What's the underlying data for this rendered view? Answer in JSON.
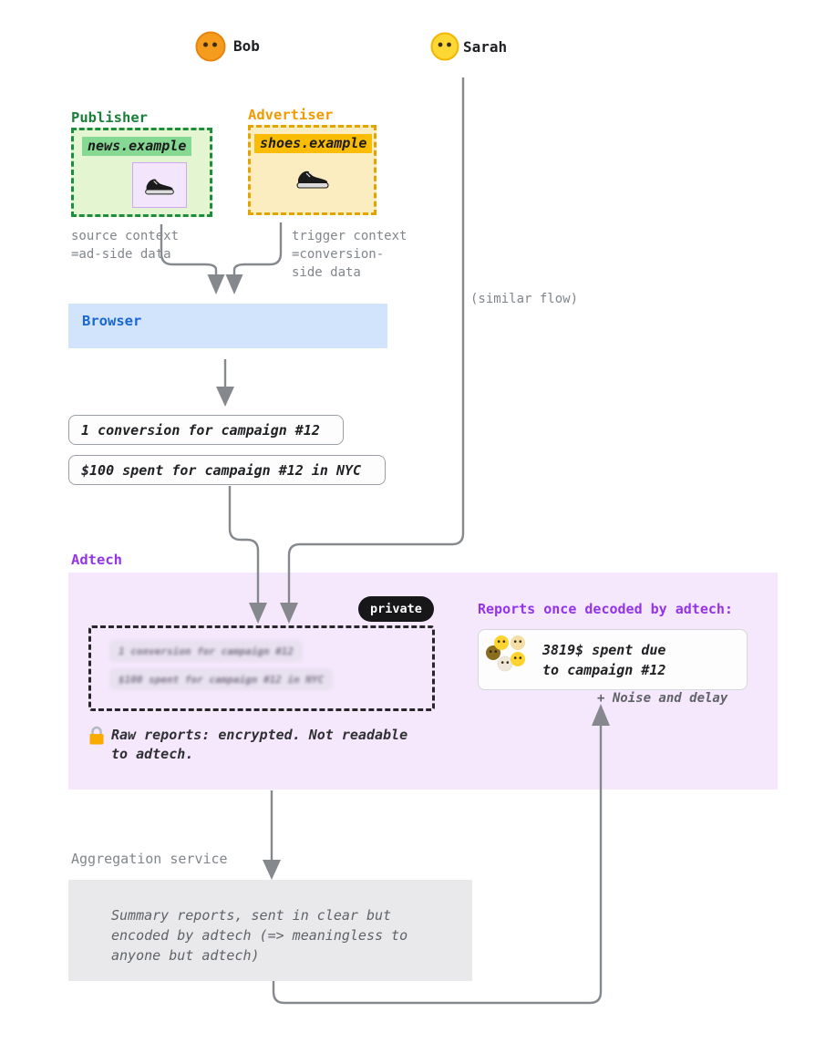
{
  "actors": {
    "bob": "Bob",
    "sarah": "Sarah"
  },
  "publisher": {
    "label": "Publisher",
    "site": "news.example"
  },
  "advertiser": {
    "label": "Advertiser",
    "site": "shoes.example"
  },
  "notes": {
    "source_context": "source context\n=ad-side data",
    "trigger_context": "trigger context\n=conversion-\nside data",
    "similar_flow": "(similar flow)",
    "noise_delay": "+ Noise and delay"
  },
  "browser": {
    "label": "Browser"
  },
  "reports": {
    "conversion": "1 conversion for campaign #12",
    "spend": "$100 spent for campaign #12 in NYC"
  },
  "adtech": {
    "label": "Adtech",
    "private_badge": "private",
    "encrypted": {
      "report1": "1 conversion for campaign #12",
      "report2": "$100 spent for campaign #12 in NYC"
    },
    "lock_note": "Raw reports: encrypted. Not readable\nto adtech.",
    "decoded_title": "Reports once decoded by adtech:",
    "decoded_report": "3819$ spent due\nto campaign #12"
  },
  "aggregation": {
    "label": "Aggregation service",
    "summary": "Summary reports, sent in clear but\nencoded by adtech (=> meaningless to\nanyone but adtech)"
  },
  "icons": {
    "shoe": "sneaker-icon",
    "lock": "lock-icon"
  },
  "colors": {
    "publisher_green": "#188038",
    "advertiser_orange": "#f29900",
    "adtech_purple": "#9334e6",
    "browser_blue": "#1967d2",
    "line_gray": "#85898d",
    "adtech_bg": "#f5e7fc",
    "browser_bg": "#d2e3fc"
  }
}
